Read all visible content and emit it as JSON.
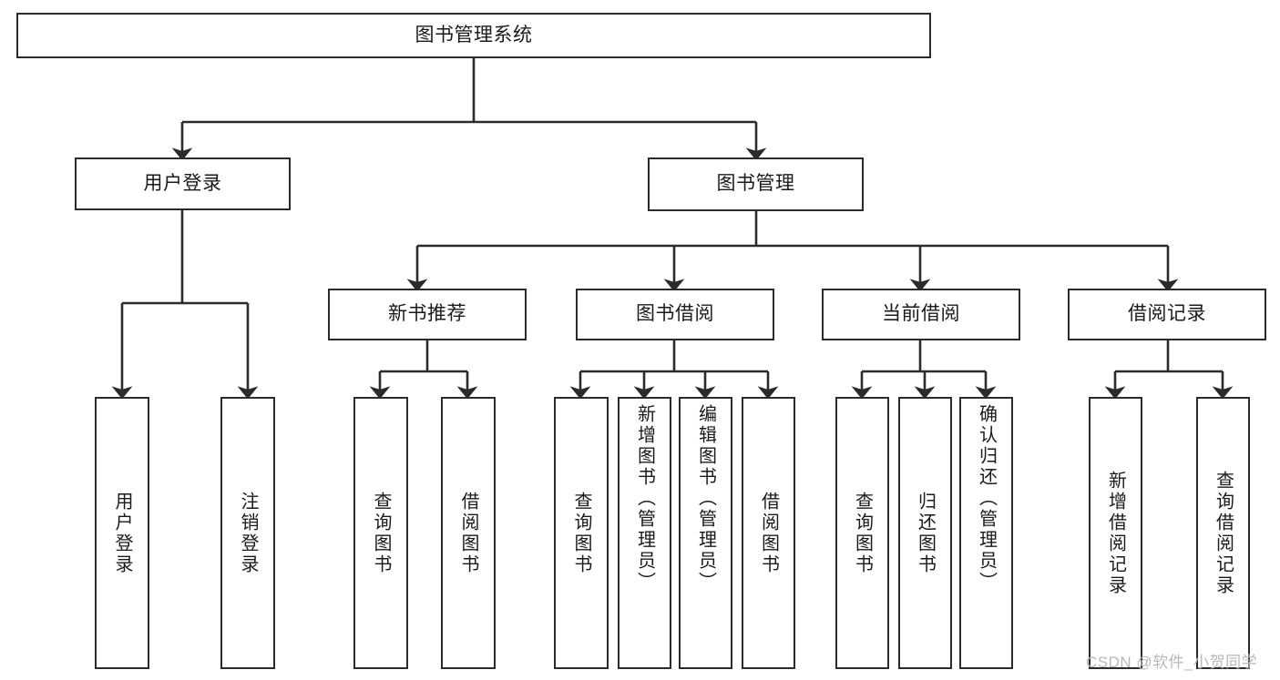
{
  "diagram": {
    "type": "tree",
    "title": "图书管理系统",
    "root": {
      "id": "root",
      "label": "图书管理系统"
    },
    "level2": [
      {
        "id": "user-login",
        "label": "用户登录"
      },
      {
        "id": "book-manage",
        "label": "图书管理"
      }
    ],
    "level3": [
      {
        "id": "new-book-rec",
        "label": "新书推荐",
        "parent": "book-manage"
      },
      {
        "id": "book-borrow",
        "label": "图书借阅",
        "parent": "book-manage"
      },
      {
        "id": "current-borrow",
        "label": "当前借阅",
        "parent": "book-manage"
      },
      {
        "id": "borrow-record",
        "label": "借阅记录",
        "parent": "book-manage"
      }
    ],
    "leaves": [
      {
        "id": "leaf-user-login",
        "label": "用户登录",
        "parent": "user-login"
      },
      {
        "id": "leaf-user-logout",
        "label": "注销登录",
        "parent": "user-login"
      },
      {
        "id": "leaf-query-book-1",
        "label": "查询图书",
        "parent": "new-book-rec"
      },
      {
        "id": "leaf-borrow-book-1",
        "label": "借阅图书",
        "parent": "new-book-rec"
      },
      {
        "id": "leaf-query-book-2",
        "label": "查询图书",
        "parent": "book-borrow"
      },
      {
        "id": "leaf-add-book",
        "label": "新增图书（管理员）",
        "parent": "book-borrow"
      },
      {
        "id": "leaf-edit-book",
        "label": "编辑图书（管理员）",
        "parent": "book-borrow"
      },
      {
        "id": "leaf-borrow-book-2",
        "label": "借阅图书",
        "parent": "book-borrow"
      },
      {
        "id": "leaf-query-book-3",
        "label": "查询图书",
        "parent": "current-borrow"
      },
      {
        "id": "leaf-return-book",
        "label": "归还图书",
        "parent": "current-borrow"
      },
      {
        "id": "leaf-confirm-return",
        "label": "确认归还（管理员）",
        "parent": "current-borrow"
      },
      {
        "id": "leaf-add-record",
        "label": "新增借阅记录",
        "parent": "borrow-record"
      },
      {
        "id": "leaf-query-record",
        "label": "查询借阅记录",
        "parent": "borrow-record"
      }
    ],
    "colors": {
      "line": "#2b2b2b",
      "box_border": "#2b2b2b",
      "box_fill": "#ffffff",
      "text": "#1a1a1a",
      "watermark": "#b8b8b8"
    }
  },
  "watermark": {
    "text": "CSDN @软件_小贺同学"
  }
}
